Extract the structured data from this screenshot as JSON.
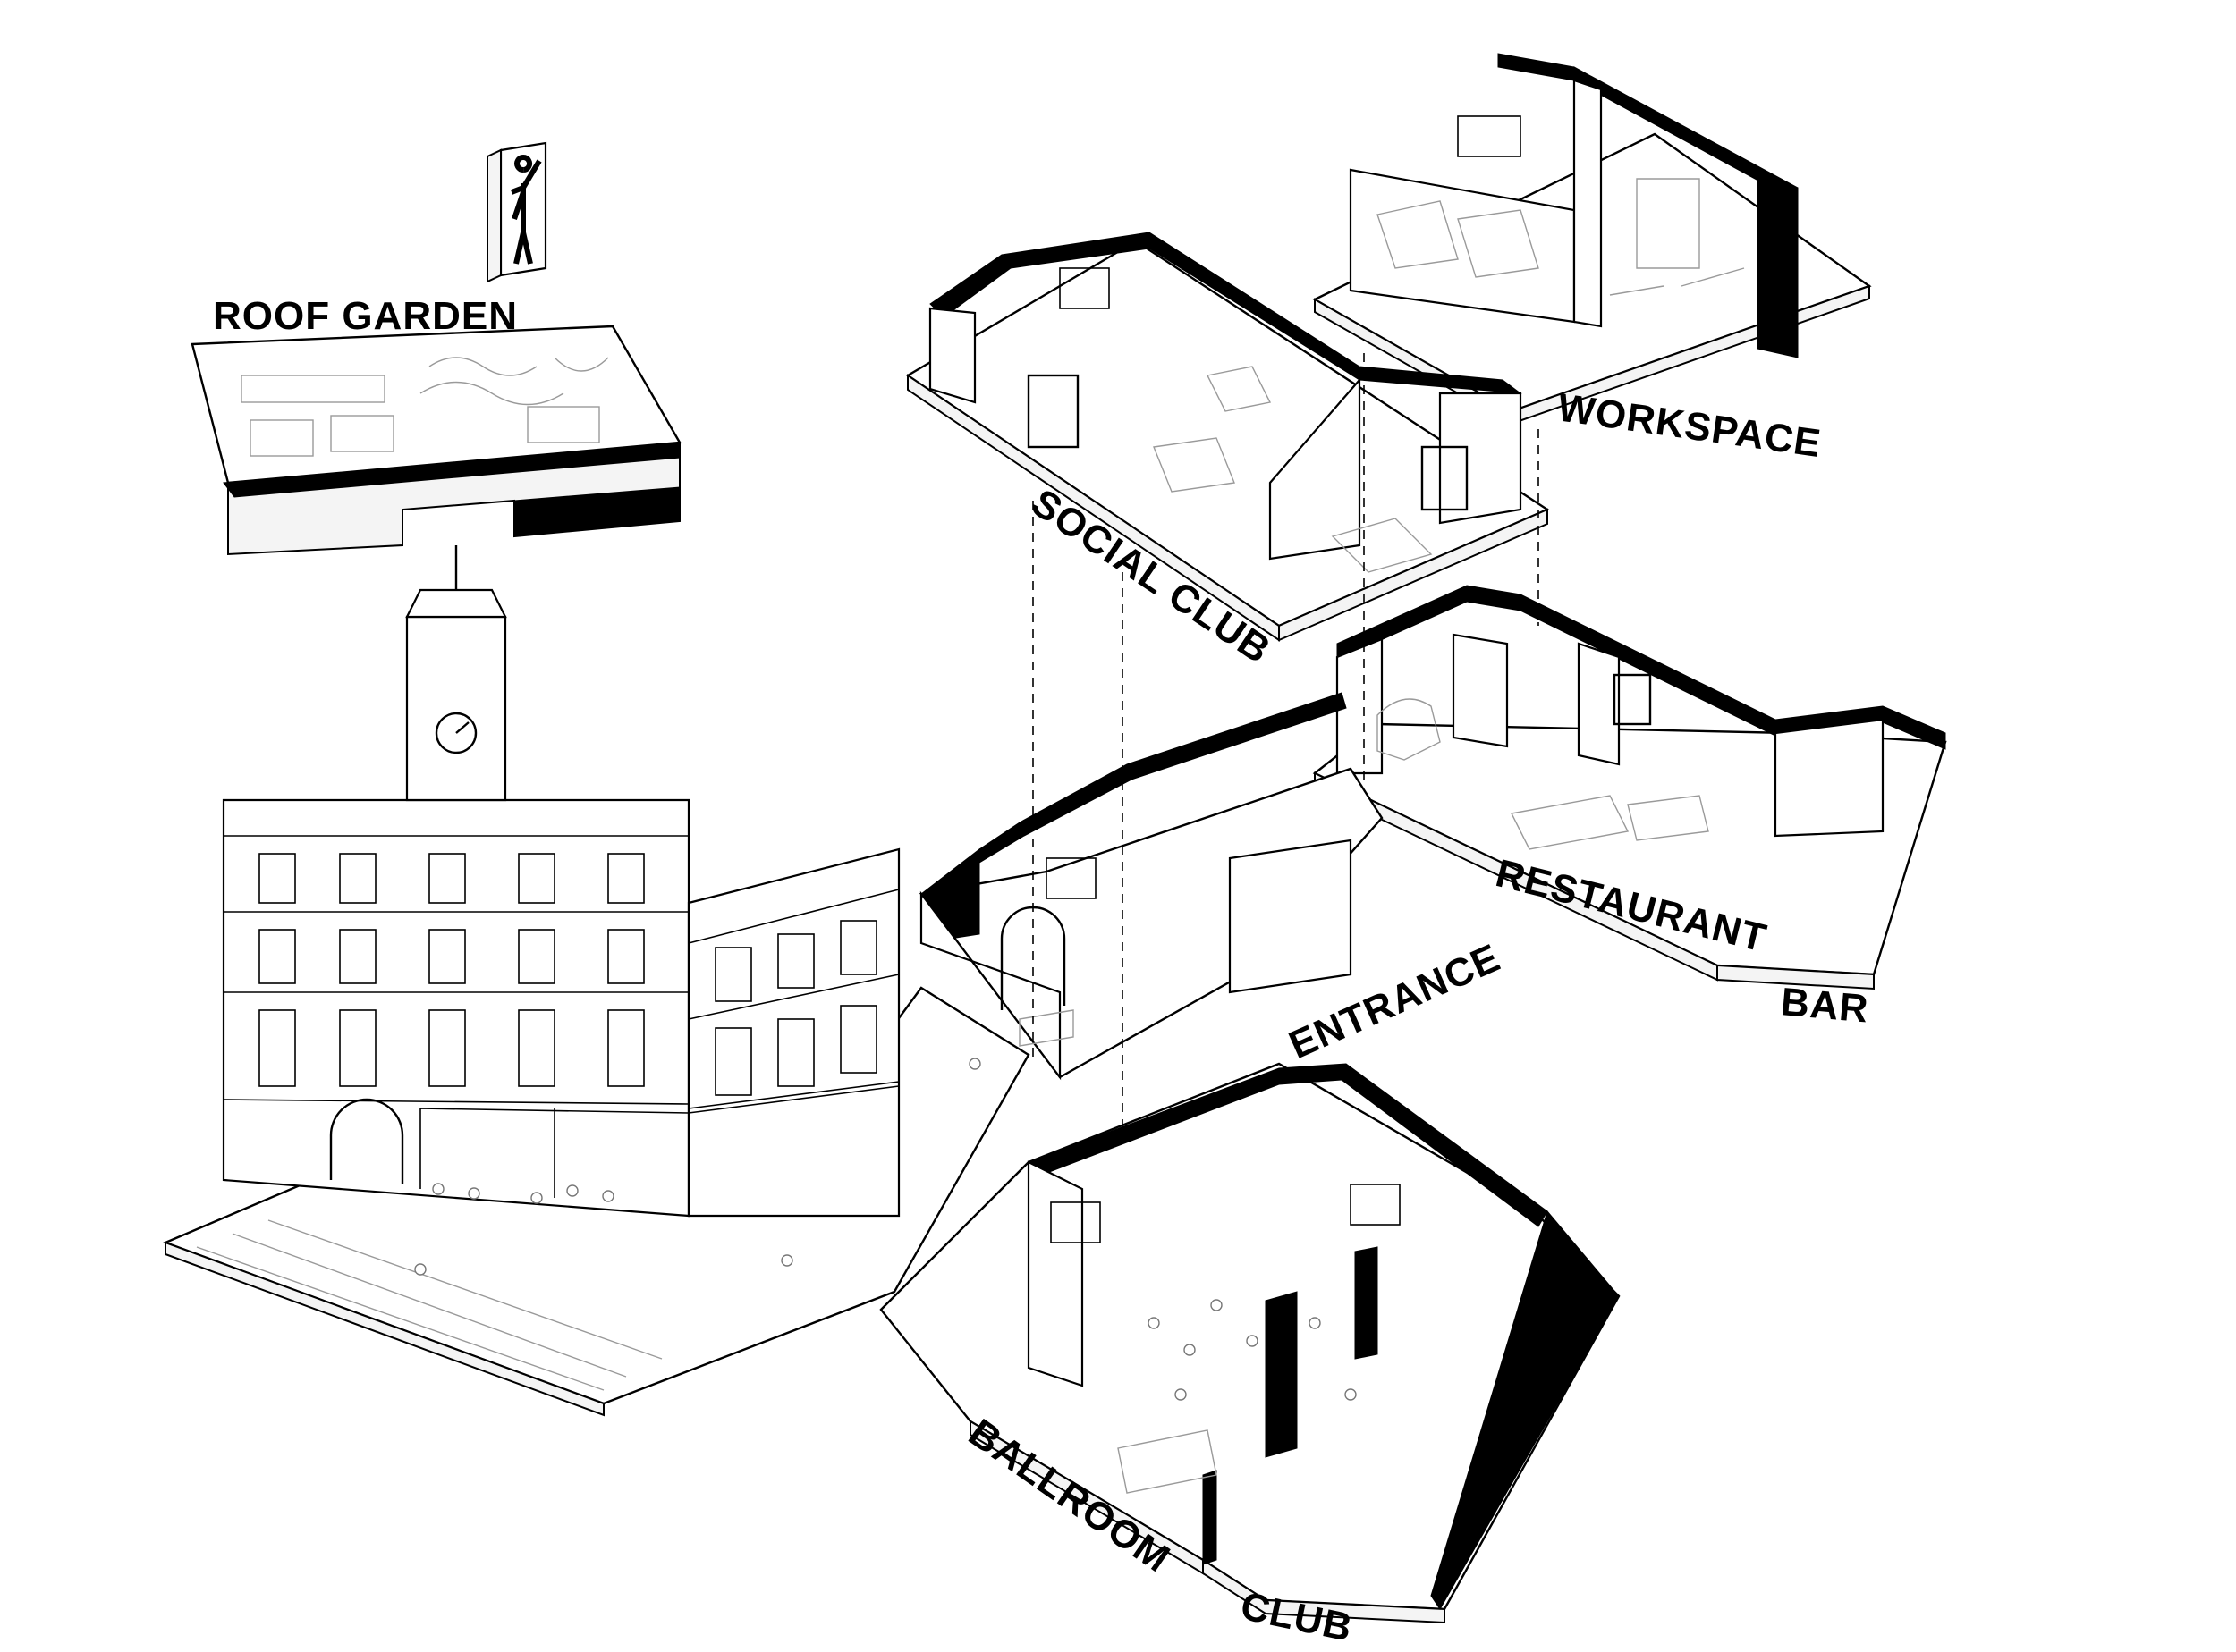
{
  "labels": {
    "roof_garden": "ROOF GARDEN",
    "workspace": "WORKSPACE",
    "social_club": "SOCIAL CLUB",
    "restaurant": "RESTAURANT",
    "bar": "BAR",
    "entrance": "ENTRANCE",
    "ballroom": "BALLROOM",
    "club": "CLUB"
  },
  "colors": {
    "ink": "#000000",
    "paper": "#ffffff",
    "hatch": "#9a9a9a"
  }
}
